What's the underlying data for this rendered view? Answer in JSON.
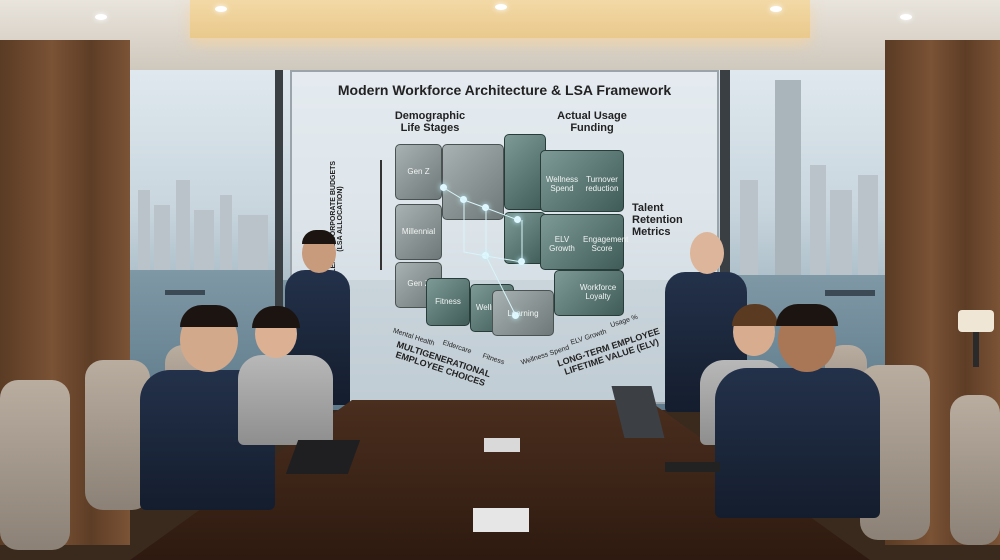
{
  "board": {
    "title": "Modern Workforce Architecture & LSA Framework",
    "demographic": "Demographic\nLife Stages",
    "usage": "Actual Usage\nFunding",
    "talent": "Talent\nRetention\nMetrics",
    "vertical_axis": "FLEXIBLE CORPORATE BUDGETS\n(LSA ALLOCATION)",
    "bottom_left": "MULTIGENERATIONAL\nEMPLOYEE CHOICES",
    "bottom_right": "LONG-TERM EMPLOYEE\nLIFETIME VALUE (ELV)",
    "cube_labels": {
      "genz_top": "Gen Z",
      "millennial": "Millennial",
      "genz_bottom": "Gen Z",
      "fitness": "Fitness",
      "wellness": "Wellness",
      "learning": "Learning",
      "wellness_spend": "Wellness Spend",
      "turnover": "Turnover reduction",
      "elv_growth": "ELV Growth",
      "engagement": "Engagement Score",
      "workforce_loyalty": "Workforce Loyalty"
    },
    "edge_labels": {
      "mental_health": "Mental Health",
      "eldercare": "Eldercare",
      "fitness": "Fitness",
      "wellness_spend": "Wellness Spend",
      "elv_growth": "ELV Growth",
      "usage": "Usage %"
    }
  },
  "colors": {
    "cube": "#4f6e6a",
    "wood": "#6a452c",
    "suit": "#1c2739"
  }
}
